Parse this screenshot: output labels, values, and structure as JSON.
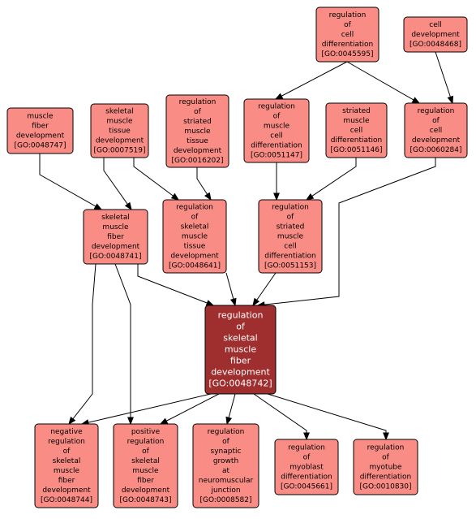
{
  "nodes": {
    "reg_cell_diff": {
      "lines": [
        "regulation",
        "of",
        "cell",
        "differentiation",
        "[GO:0045595]"
      ]
    },
    "cell_dev": {
      "lines": [
        "cell",
        "development",
        "[GO:0048468]"
      ]
    },
    "muscle_fiber_dev": {
      "lines": [
        "muscle",
        "fiber",
        "development",
        "[GO:0048747]"
      ]
    },
    "skel_muscle_tissue_dev": {
      "lines": [
        "skeletal",
        "muscle",
        "tissue",
        "development",
        "[GO:0007519]"
      ]
    },
    "reg_striated_muscle_tissue_dev": {
      "lines": [
        "regulation",
        "of",
        "striated",
        "muscle",
        "tissue",
        "development",
        "[GO:0016202]"
      ]
    },
    "reg_muscle_cell_diff": {
      "lines": [
        "regulation",
        "of",
        "muscle",
        "cell",
        "differentiation",
        "[GO:0051147]"
      ]
    },
    "striated_muscle_cell_diff": {
      "lines": [
        "striated",
        "muscle",
        "cell",
        "differentiation",
        "[GO:0051146]"
      ]
    },
    "reg_cell_dev": {
      "lines": [
        "regulation",
        "of",
        "cell",
        "development",
        "[GO:0060284]"
      ]
    },
    "skel_muscle_fiber_dev": {
      "lines": [
        "skeletal",
        "muscle",
        "fiber",
        "development",
        "[GO:0048741]"
      ]
    },
    "reg_skel_muscle_tissue_dev": {
      "lines": [
        "regulation",
        "of",
        "skeletal",
        "muscle",
        "tissue",
        "development",
        "[GO:0048641]"
      ]
    },
    "reg_striated_muscle_cell_diff": {
      "lines": [
        "regulation",
        "of",
        "striated",
        "muscle",
        "cell",
        "differentiation",
        "[GO:0051153]"
      ]
    },
    "focus": {
      "lines": [
        "regulation",
        "of",
        "skeletal",
        "muscle",
        "fiber",
        "development",
        "[GO:0048742]"
      ]
    },
    "neg_reg": {
      "lines": [
        "negative",
        "regulation",
        "of",
        "skeletal",
        "muscle",
        "fiber",
        "development",
        "[GO:0048744]"
      ]
    },
    "pos_reg": {
      "lines": [
        "positive",
        "regulation",
        "of",
        "skeletal",
        "muscle",
        "fiber",
        "development",
        "[GO:0048743]"
      ]
    },
    "reg_synaptic": {
      "lines": [
        "regulation",
        "of",
        "synaptic",
        "growth",
        "at",
        "neuromuscular",
        "junction",
        "[GO:0008582]"
      ]
    },
    "reg_myoblast": {
      "lines": [
        "regulation",
        "of",
        "myoblast",
        "differentiation",
        "[GO:0045661]"
      ]
    },
    "reg_myotube": {
      "lines": [
        "regulation",
        "of",
        "myotube",
        "differentiation",
        "[GO:0010830]"
      ]
    }
  },
  "edges": [
    [
      "reg_cell_diff",
      "reg_muscle_cell_diff"
    ],
    [
      "reg_cell_diff",
      "reg_cell_dev"
    ],
    [
      "cell_dev",
      "reg_cell_dev"
    ],
    [
      "muscle_fiber_dev",
      "skel_muscle_fiber_dev"
    ],
    [
      "skel_muscle_tissue_dev",
      "skel_muscle_fiber_dev"
    ],
    [
      "skel_muscle_tissue_dev",
      "reg_skel_muscle_tissue_dev"
    ],
    [
      "reg_striated_muscle_tissue_dev",
      "reg_skel_muscle_tissue_dev"
    ],
    [
      "reg_muscle_cell_diff",
      "reg_striated_muscle_cell_diff"
    ],
    [
      "striated_muscle_cell_diff",
      "reg_striated_muscle_cell_diff"
    ],
    [
      "reg_cell_dev",
      "focus"
    ],
    [
      "skel_muscle_fiber_dev",
      "focus"
    ],
    [
      "reg_skel_muscle_tissue_dev",
      "focus"
    ],
    [
      "reg_striated_muscle_cell_diff",
      "focus"
    ],
    [
      "skel_muscle_fiber_dev",
      "neg_reg"
    ],
    [
      "skel_muscle_fiber_dev",
      "pos_reg"
    ],
    [
      "focus",
      "neg_reg"
    ],
    [
      "focus",
      "pos_reg"
    ],
    [
      "focus",
      "reg_synaptic"
    ],
    [
      "focus",
      "reg_myoblast"
    ],
    [
      "focus",
      "reg_myotube"
    ]
  ]
}
